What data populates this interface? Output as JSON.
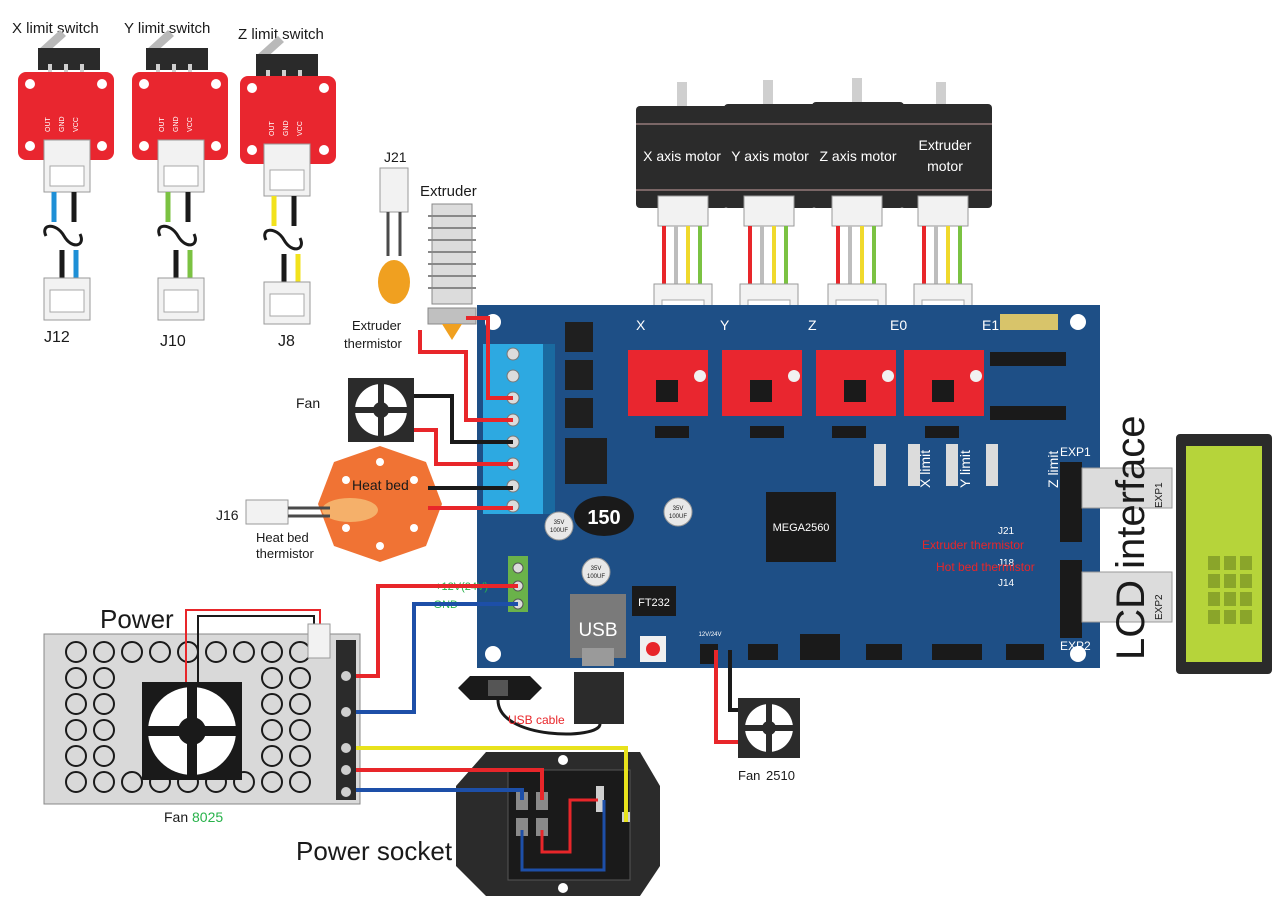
{
  "limit_switches": [
    {
      "label": "X limit switch",
      "connector": "J12",
      "wire_color": "#1e8fd6"
    },
    {
      "label": "Y limit switch",
      "connector": "J10",
      "wire_color": "#7bc242"
    },
    {
      "label": "Z limit switch",
      "connector": "J8",
      "wire_color": "#f2e21c"
    }
  ],
  "switch_pins": [
    "OUT",
    "GND",
    "VCC"
  ],
  "motors": [
    {
      "label": "X axis motor",
      "port": "X"
    },
    {
      "label": "Y axis motor",
      "port": "Y"
    },
    {
      "label": "Z axis motor",
      "port": "Z"
    },
    {
      "label_line1": "Extruder",
      "label_line2": "motor",
      "port": "E0"
    }
  ],
  "extra_port": "E1",
  "j21_label": "J21",
  "extruder_label": "Extruder",
  "extruder_thermistor": {
    "line1": "Extruder",
    "line2": "thermistor"
  },
  "fan_label": "Fan",
  "heat_bed_label": "Heat bed",
  "j16_label": "J16",
  "heat_bed_thermistor": {
    "line1": "Heat bed",
    "line2": "thermistor"
  },
  "power_label": "Power",
  "power_fan": {
    "prefix": "Fan ",
    "model": "8025"
  },
  "power_socket_label": "Power socket",
  "usb_label": "USB",
  "usb_cable_label": "USB cable",
  "fan2510": {
    "prefix": "Fan ",
    "model": "2510"
  },
  "board": {
    "mcu": "MEGA2560",
    "ftdi": "FT232",
    "inductor": "150",
    "limits": [
      "X limit",
      "Y limit",
      "Z limit"
    ],
    "exp1": "EXP1",
    "exp2": "EXP2",
    "j21": "J21",
    "j18": "J18",
    "j14": "J14",
    "extruder_thermistor": "Extruder thermistor",
    "hot_bed_thermistor": "Hot bed thermistor",
    "volt_label": "+12V(24V)",
    "gnd_label": "GND",
    "fan_header": "12V/24V",
    "cap1_v": "35V",
    "cap1_uf": "100UF",
    "cap2_v": "35V",
    "cap2_uf": "100UF",
    "cap3_v": "35V",
    "cap3_uf": "100UF"
  },
  "lcd": {
    "label": "LCD interface",
    "exp1": "EXP1",
    "exp2": "EXP2"
  },
  "colors": {
    "board": "#1e4f86",
    "terminal": "#2da9e1",
    "driver": "#e9262f",
    "wire_red": "#e8262a",
    "wire_blue": "#1d4fa8",
    "wire_yellow": "#e8e21c",
    "wire_black": "#1a1a1a",
    "lcd_screen": "#b6d43a",
    "heatbed": "#f07334",
    "psu": "#d9d9d9"
  }
}
